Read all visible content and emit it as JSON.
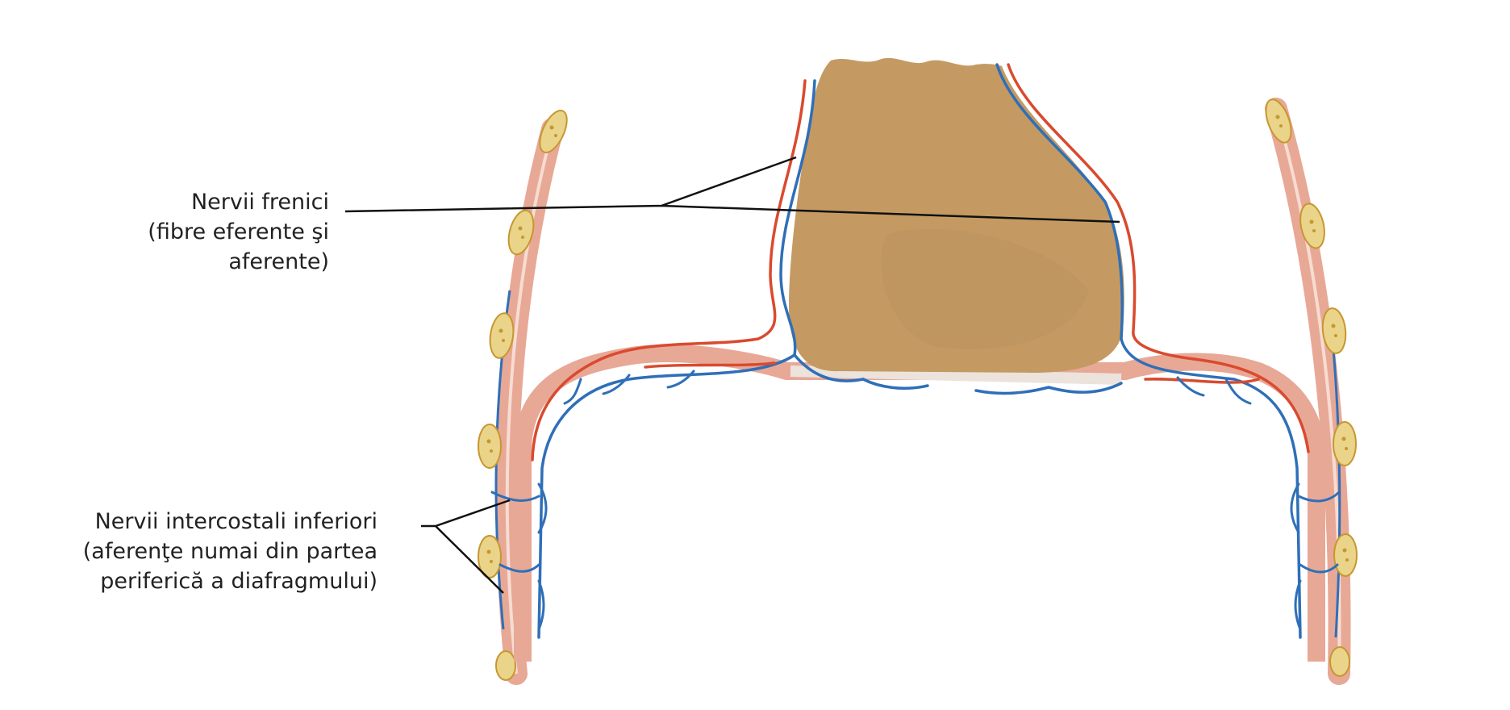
{
  "labels": {
    "phrenic": {
      "line1": "Nervii frenici",
      "line2": "(fibre eferente şi",
      "line3": "aferente)"
    },
    "intercostal": {
      "line1": "Nervii intercostali inferiori",
      "line2": "(aferenţe numai din partea",
      "line3": "periferică a diafragmului)"
    }
  },
  "colors": {
    "background": "#ffffff",
    "heart": "#c49a62",
    "muscle": "#e8a896",
    "muscle_light": "#f3cdbf",
    "rib": "#e9d48a",
    "rib_dots": "#c8962f",
    "efferent_nerve": "#d94a2f",
    "afferent_nerve": "#2f6fb8",
    "leader_line": "#111111"
  }
}
